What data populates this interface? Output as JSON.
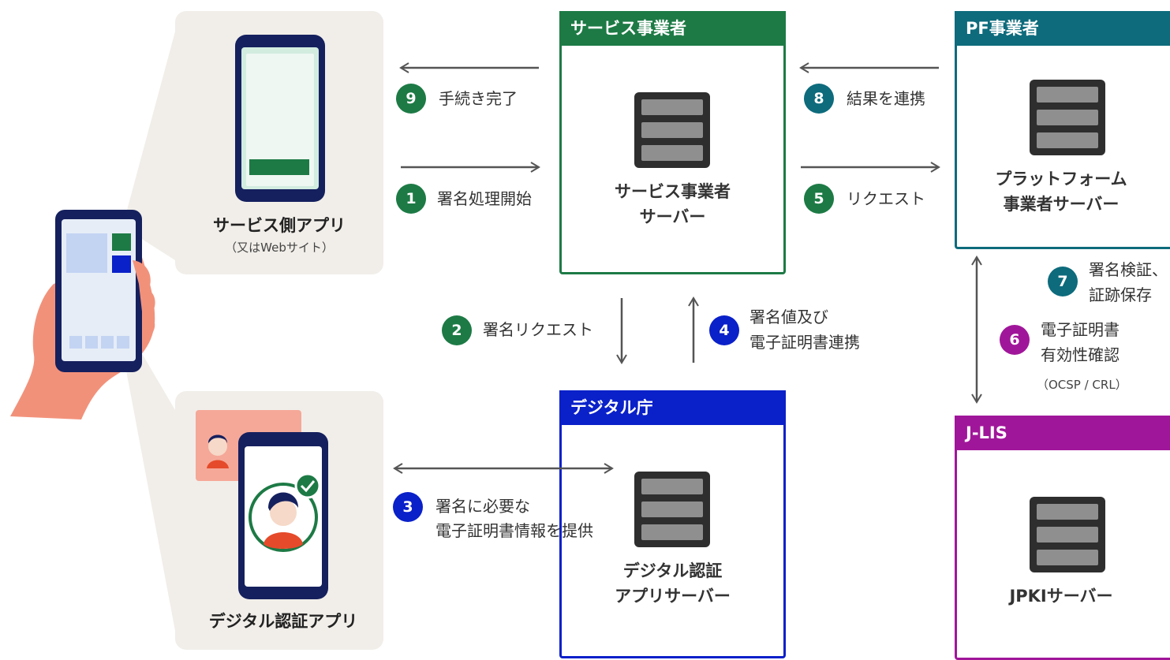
{
  "colors": {
    "green": "#1d7a45",
    "teal": "#0d6b7c",
    "blue": "#0a20c9",
    "purple": "#a0169a",
    "panel": "#f1eee9",
    "hand": "#f2917a",
    "phone": "#15205e"
  },
  "service_app": {
    "title": "サービス側アプリ",
    "subtitle": "（又はWebサイト）"
  },
  "digital_auth_app": {
    "title": "デジタル認証アプリ"
  },
  "service_provider": {
    "header": "サービス事業者",
    "server_line1": "サービス事業者",
    "server_line2": "サーバー"
  },
  "pf_provider": {
    "header": "PF事業者",
    "server_line1": "プラットフォーム",
    "server_line2": "事業者サーバー"
  },
  "digital_agency": {
    "header": "デジタル庁",
    "server_line1": "デジタル認証",
    "server_line2": "アプリサーバー"
  },
  "jlis": {
    "header": "J-LIS",
    "server_line1": "JPKIサーバー"
  },
  "steps": {
    "s1": {
      "num": "1",
      "label": "署名処理開始"
    },
    "s2": {
      "num": "2",
      "label": "署名リクエスト"
    },
    "s3": {
      "num": "3",
      "label_line1": "署名に必要な",
      "label_line2": "電子証明書情報を提供"
    },
    "s4": {
      "num": "4",
      "label_line1": "署名値及び",
      "label_line2": "電子証明書連携"
    },
    "s5": {
      "num": "5",
      "label": "リクエスト"
    },
    "s6": {
      "num": "6",
      "label_line1": "電子証明書",
      "label_line2": "有効性確認",
      "note": "（OCSP / CRL）"
    },
    "s7": {
      "num": "7",
      "label_line1": "署名検証、",
      "label_line2": "証跡保存"
    },
    "s8": {
      "num": "8",
      "label": "結果を連携"
    },
    "s9": {
      "num": "9",
      "label": "手続き完了"
    }
  },
  "icons": [
    "server-icon",
    "check-icon",
    "smartphone-icon",
    "hand-icon",
    "user-avatar-icon",
    "arrow-icon"
  ]
}
